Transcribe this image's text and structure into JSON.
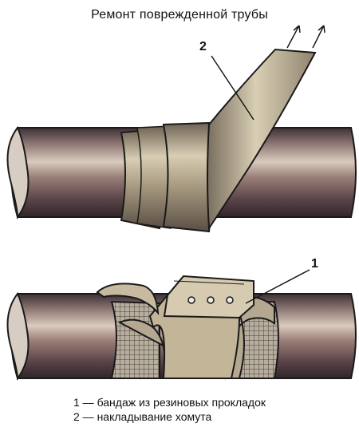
{
  "title": "Ремонт поврежденной трубы",
  "callouts": {
    "one": "1",
    "two": "2"
  },
  "legend": [
    "1 — бандаж из резиновых прокладок",
    "2 — накладывание хомута"
  ],
  "colors": {
    "pipe_dark": "#5b4549",
    "pipe_mid": "#8b6f6f",
    "pipe_light": "#cdbfb3",
    "band": "#b9ad92",
    "rubber": "#c7c0b3",
    "outline": "#1a1a1a"
  },
  "icons": [
    "arrow-up-right-icon",
    "arrow-up-right-icon",
    "mesh-pattern-icon",
    "bolt-hole-icon"
  ]
}
